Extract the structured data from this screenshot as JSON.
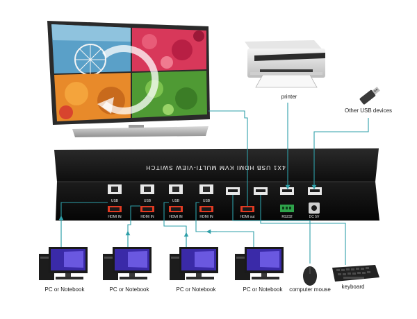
{
  "device": {
    "title": "4X1 USB HDMI KVM MULTI-VIEW SWITCH",
    "ports": {
      "usb": "USB",
      "hdmi_in": "HDMI IN",
      "hdmi_out": "HDMI out",
      "rs232": "RS232",
      "dc": "DC 5V"
    }
  },
  "labels": {
    "printer": "printer",
    "other_usb": "Other USB devices",
    "pc": "PC or Notebook",
    "mouse": "computer mouse",
    "keyboard": "keyboard"
  },
  "colors": {
    "cable": "#2e9fa8",
    "device_body": "#151515",
    "hdmi_port": "#e23a22",
    "rs232_port": "#2ea34a"
  }
}
